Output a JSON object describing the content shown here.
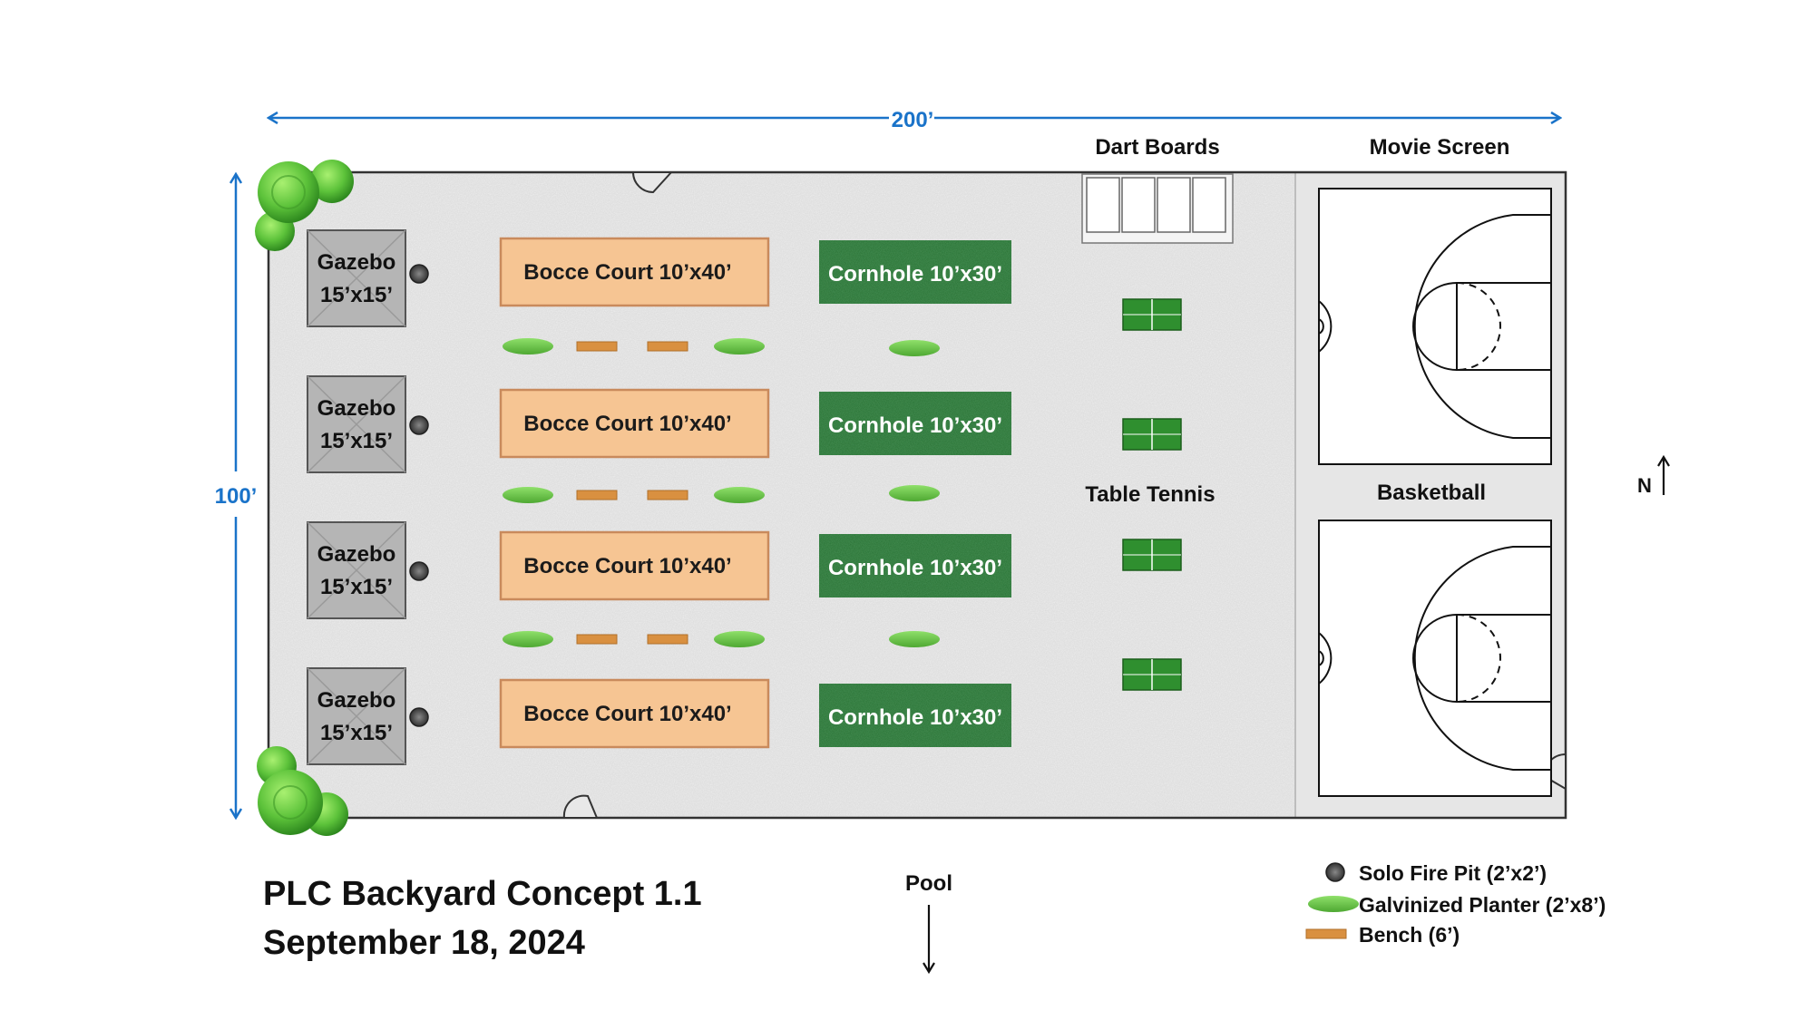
{
  "dimensions": {
    "width_label": "200’",
    "height_label": "100’"
  },
  "gazebos": [
    {
      "line1": "Gazebo",
      "line2": "15’x15’"
    },
    {
      "line1": "Gazebo",
      "line2": "15’x15’"
    },
    {
      "line1": "Gazebo",
      "line2": "15’x15’"
    },
    {
      "line1": "Gazebo",
      "line2": "15’x15’"
    }
  ],
  "bocce_courts": [
    {
      "label": "Bocce Court 10’x40’"
    },
    {
      "label": "Bocce Court 10’x40’"
    },
    {
      "label": "Bocce Court 10’x40’"
    },
    {
      "label": "Bocce Court 10’x40’"
    }
  ],
  "cornhole": [
    {
      "label": "Cornhole 10’x30’"
    },
    {
      "label": "Cornhole 10’x30’"
    },
    {
      "label": "Cornhole 10’x30’"
    },
    {
      "label": "Cornhole 10’x30’"
    }
  ],
  "areas": {
    "dart_boards": "Dart Boards",
    "movie_screen": "Movie Screen",
    "table_tennis": "Table Tennis",
    "basketball": "Basketball",
    "north": "N",
    "pool": "Pool"
  },
  "title": {
    "line1": "PLC Backyard Concept 1.1",
    "line2": "September 18, 2024"
  },
  "legend": [
    {
      "icon": "fire-pit-icon",
      "label": "Solo Fire Pit  (2’x2’)"
    },
    {
      "icon": "planter-icon",
      "label": "Galvinized Planter (2’x8’)"
    },
    {
      "icon": "bench-icon",
      "label": "Bench (6’)"
    }
  ],
  "colors": {
    "dimension_blue": "#1a73c9",
    "ground": "#d9d9d9",
    "bocce": "#f6c593",
    "bocce_border": "#c98a5c",
    "cornhole": "#1e6b2a",
    "table_tennis": "#2f8f2f",
    "planter": "#6cc04a",
    "bench": "#d99040",
    "gazebo": "#b3b3b3"
  }
}
